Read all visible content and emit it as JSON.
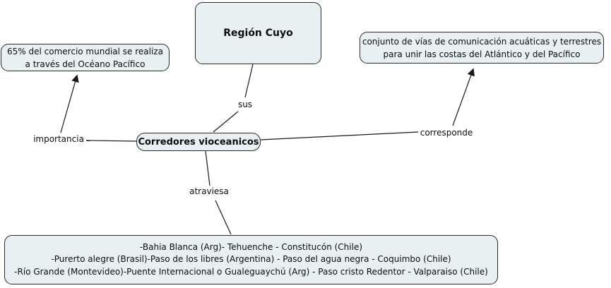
{
  "diagram": {
    "type": "concept-map",
    "colors": {
      "background": "#ffffff",
      "node_fill": "#e8f0f2",
      "node_border": "#2b2b2b",
      "connector": "#1a1a1a",
      "text": "#0d0d0d"
    },
    "nodes": {
      "region_cuyo": {
        "label": "Región Cuyo"
      },
      "comercio_mundial": {
        "line1": "65% del comercio mundial se realiza",
        "line2": "a través del Océano Pacífico"
      },
      "definicion": {
        "line1": "conjunto de vías de comunicación acuáticas y terrestres",
        "line2": "para unir las costas del Atlántico y del Pacífico"
      },
      "corredores": {
        "label": "Corredores vioceanicos"
      },
      "rutas": {
        "line1": "-Bahia Blanca (Arg)- Tehuenche - Constitucón (Chile)",
        "line2": "-Purerto alegre (Brasil)-Paso de los libres (Argentina) - Paso del agua negra - Coquimbo (Chile)",
        "line3": "-Río Grande (Montevideo)-Puente Internacional o Gualeguaychú (Arg) - Paso cristo Redentor - Valparaiso (Chile)"
      }
    },
    "link_labels": {
      "sus": "sus",
      "importancia": "importancia",
      "corresponde": "corresponde",
      "atraviesa": "atraviesa"
    },
    "connections": [
      {
        "from": "region_cuyo",
        "label": "sus",
        "to": "corredores",
        "arrow": false
      },
      {
        "from": "corredores",
        "label": "importancia",
        "to": "comercio_mundial",
        "arrow": true
      },
      {
        "from": "corredores",
        "label": "corresponde",
        "to": "definicion",
        "arrow": true
      },
      {
        "from": "corredores",
        "label": "atraviesa",
        "to": "rutas",
        "arrow": false
      }
    ]
  }
}
